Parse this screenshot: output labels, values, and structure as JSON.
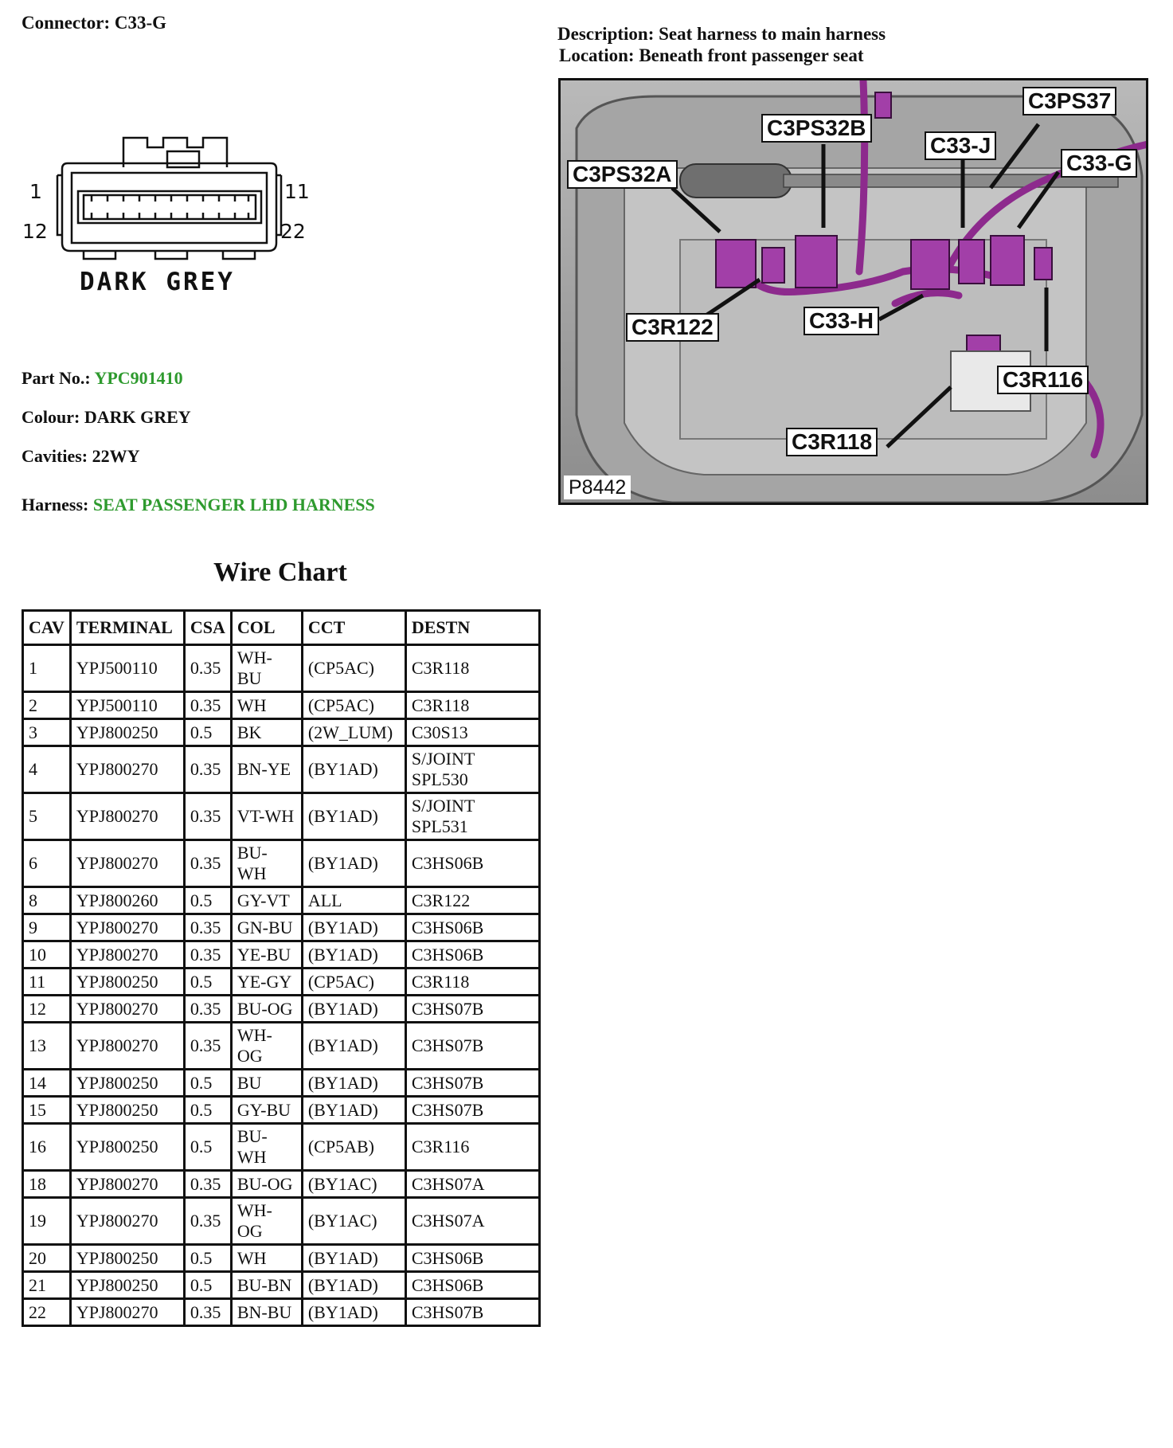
{
  "connector": {
    "title": "Connector: C33-G"
  },
  "description": {
    "label": "Description:",
    "value": "Seat harness to main harness"
  },
  "location": {
    "label": "Location:",
    "value": "Beneath front passenger seat"
  },
  "face": {
    "pins": {
      "top_left": "1",
      "bottom_left": "12",
      "top_right": "11",
      "bottom_right": "22"
    },
    "caption": "DARK GREY"
  },
  "info": {
    "part_label": "Part No.:",
    "part_value": "YPC901410",
    "colour_label": "Colour:",
    "colour_value": "DARK GREY",
    "cavities_label": "Cavities:",
    "cavities_value": "22WY",
    "harness_label": "Harness:",
    "harness_value": "SEAT PASSENGER LHD HARNESS"
  },
  "photo": {
    "callouts": [
      "C3PS37",
      "C3PS32B",
      "C33-J",
      "C33-G",
      "C3PS32A",
      "C3R122",
      "C33-H",
      "C3R116",
      "C3R118"
    ],
    "picture_id": "P8442"
  },
  "wire_chart": {
    "title": "Wire Chart",
    "headers": [
      "CAV",
      "TERMINAL",
      "CSA",
      "COL",
      "CCT",
      "DESTN"
    ],
    "rows": [
      [
        "1",
        "YPJ500110",
        "0.35",
        "WH-BU",
        "(CP5AC)",
        "C3R118"
      ],
      [
        "2",
        "YPJ500110",
        "0.35",
        "WH",
        "(CP5AC)",
        "C3R118"
      ],
      [
        "3",
        "YPJ800250",
        "0.5",
        "BK",
        "(2W_LUM)",
        "C30S13"
      ],
      [
        "4",
        "YPJ800270",
        "0.35",
        "BN-YE",
        "(BY1AD)",
        "S/JOINT SPL530"
      ],
      [
        "5",
        "YPJ800270",
        "0.35",
        "VT-WH",
        "(BY1AD)",
        "S/JOINT SPL531"
      ],
      [
        "6",
        "YPJ800270",
        "0.35",
        "BU-WH",
        "(BY1AD)",
        "C3HS06B"
      ],
      [
        "8",
        "YPJ800260",
        "0.5",
        "GY-VT",
        "ALL",
        "C3R122"
      ],
      [
        "9",
        "YPJ800270",
        "0.35",
        "GN-BU",
        "(BY1AD)",
        "C3HS06B"
      ],
      [
        "10",
        "YPJ800270",
        "0.35",
        "YE-BU",
        "(BY1AD)",
        "C3HS06B"
      ],
      [
        "11",
        "YPJ800250",
        "0.5",
        "YE-GY",
        "(CP5AC)",
        "C3R118"
      ],
      [
        "12",
        "YPJ800270",
        "0.35",
        "BU-OG",
        "(BY1AD)",
        "C3HS07B"
      ],
      [
        "13",
        "YPJ800270",
        "0.35",
        "WH-OG",
        "(BY1AD)",
        "C3HS07B"
      ],
      [
        "14",
        "YPJ800250",
        "0.5",
        "BU",
        "(BY1AD)",
        "C3HS07B"
      ],
      [
        "15",
        "YPJ800250",
        "0.5",
        "GY-BU",
        "(BY1AD)",
        "C3HS07B"
      ],
      [
        "16",
        "YPJ800250",
        "0.5",
        "BU-WH",
        "(CP5AB)",
        "C3R116"
      ],
      [
        "18",
        "YPJ800270",
        "0.35",
        "BU-OG",
        "(BY1AC)",
        "C3HS07A"
      ],
      [
        "19",
        "YPJ800270",
        "0.35",
        "WH-OG",
        "(BY1AC)",
        "C3HS07A"
      ],
      [
        "20",
        "YPJ800250",
        "0.5",
        "WH",
        "(BY1AD)",
        "C3HS06B"
      ],
      [
        "21",
        "YPJ800250",
        "0.5",
        "BU-BN",
        "(BY1AD)",
        "C3HS06B"
      ],
      [
        "22",
        "YPJ800270",
        "0.35",
        "BN-BU",
        "(BY1AD)",
        "C3HS07B"
      ]
    ]
  }
}
